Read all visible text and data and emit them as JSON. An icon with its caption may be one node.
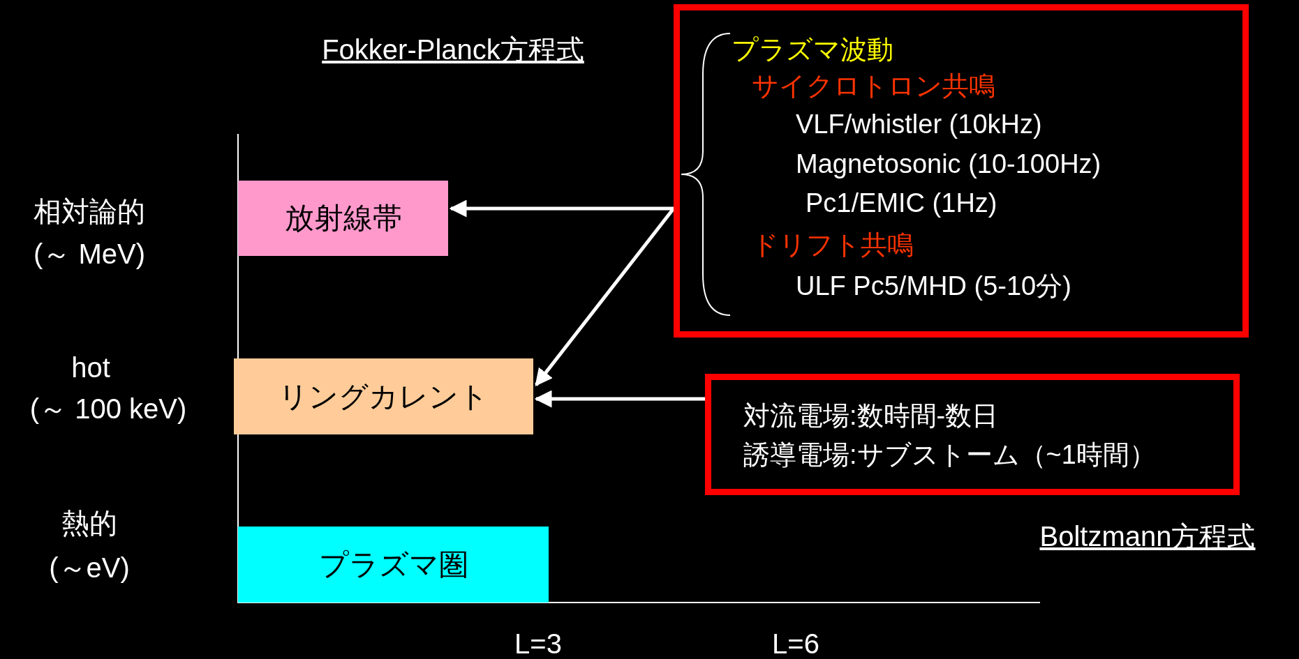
{
  "diagram": {
    "nodes": [
      {
        "text": [
          "放射線帯"
        ]
      },
      {
        "text": [
          "リングカレント"
        ]
      },
      {
        "text": [
          "プラズマ圏"
        ]
      },
      {
        "text": [
          "プラズマ波動",
          "サイクロトロン共鳴",
          "VLF/whistler (10kHz)",
          "Magnetosonic (10-100Hz)",
          "Pc1/EMIC (1Hz)",
          "ドリフト共鳴",
          "ULF Pc5/MHD (5-10分)"
        ]
      },
      {
        "text": [
          "対流電場:数時間-数日",
          "誘導電場:サブストーム（~1時間）"
        ]
      }
    ],
    "edges": [
      {
        "from": 3,
        "to": 0,
        "arrow": "to"
      },
      {
        "from": 3,
        "to": 1,
        "arrow": "to"
      },
      {
        "from": 4,
        "to": 1,
        "arrow": "to"
      }
    ],
    "labels": [
      "Fokker-Planck方程式",
      "相対論的",
      "(～ MeV)",
      "hot",
      "(～ 100 keV)",
      "熱的",
      "(～eV)",
      "Boltzmann方程式",
      "L=3",
      "L=6"
    ]
  }
}
